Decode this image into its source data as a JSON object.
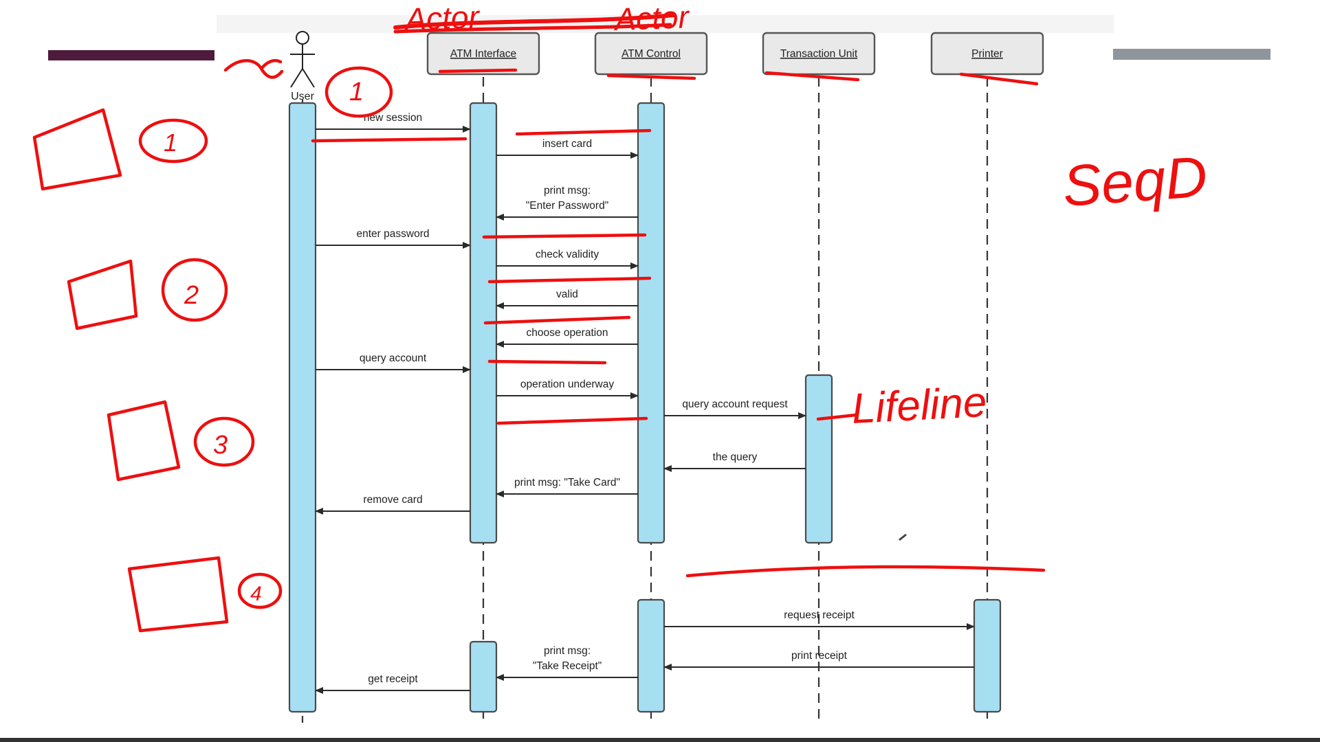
{
  "colors": {
    "activation_fill": "#a6dff2",
    "activation_stroke": "#4a4a4a",
    "header_fill": "#e9e9e9",
    "header_stroke": "#555555",
    "annotation_red": "#ee0f0f",
    "left_bar": "#4e1b3c",
    "right_bar": "#8e969b",
    "line": "#2a2a2a"
  },
  "participants": [
    {
      "id": "user",
      "label": "User",
      "kind": "actor"
    },
    {
      "id": "atm_interface",
      "label": "ATM Interface",
      "kind": "box"
    },
    {
      "id": "atm_control",
      "label": "ATM Control",
      "kind": "box"
    },
    {
      "id": "transaction_unit",
      "label": "Transaction Unit",
      "kind": "box"
    },
    {
      "id": "printer",
      "label": "Printer",
      "kind": "box"
    }
  ],
  "messages": [
    {
      "from": "user",
      "to": "atm_interface",
      "lines": [
        "new session"
      ]
    },
    {
      "from": "atm_interface",
      "to": "atm_control",
      "lines": [
        "insert card"
      ]
    },
    {
      "from": "atm_control",
      "to": "atm_interface",
      "lines": [
        "print msg:",
        "\"Enter Password\""
      ]
    },
    {
      "from": "user",
      "to": "atm_interface",
      "lines": [
        "enter password"
      ]
    },
    {
      "from": "atm_interface",
      "to": "atm_control",
      "lines": [
        "check validity"
      ]
    },
    {
      "from": "atm_control",
      "to": "atm_interface",
      "lines": [
        "valid"
      ]
    },
    {
      "from": "atm_control",
      "to": "atm_interface",
      "lines": [
        "choose operation"
      ]
    },
    {
      "from": "user",
      "to": "atm_interface",
      "lines": [
        "query account"
      ]
    },
    {
      "from": "atm_interface",
      "to": "atm_control",
      "lines": [
        "operation underway"
      ]
    },
    {
      "from": "atm_control",
      "to": "transaction_unit",
      "lines": [
        "query account request"
      ]
    },
    {
      "from": "transaction_unit",
      "to": "atm_control",
      "lines": [
        "the query"
      ]
    },
    {
      "from": "atm_control",
      "to": "atm_interface",
      "lines": [
        "print msg: \"Take Card\""
      ]
    },
    {
      "from": "atm_interface",
      "to": "user",
      "lines": [
        "remove card"
      ]
    },
    {
      "from": "atm_control",
      "to": "printer",
      "lines": [
        "request receipt"
      ]
    },
    {
      "from": "printer",
      "to": "atm_control",
      "lines": [
        "print receipt"
      ]
    },
    {
      "from": "atm_control",
      "to": "atm_interface",
      "lines": [
        "print msg:",
        "\"Take Receipt\""
      ]
    },
    {
      "from": "atm_interface",
      "to": "user",
      "lines": [
        "get receipt"
      ]
    }
  ],
  "annotations": {
    "numbers": [
      "1",
      "1",
      "2",
      "3",
      "4"
    ],
    "words": [
      "SeqD",
      "Lifeline",
      "Actor",
      "Actor"
    ]
  }
}
